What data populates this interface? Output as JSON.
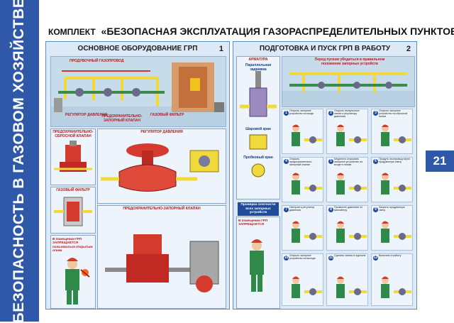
{
  "sidebar": {
    "title": "БЕЗОПАСНОСТЬ В ГАЗОВОМ ХОЗЯЙСТВЕ",
    "page_number": "21"
  },
  "header": {
    "kit": "КОМПЛЕКТ",
    "title": "«БЕЗОПАСНАЯ ЭКСПЛУАТАЦИЯ ГАЗОРАСПРЕДЕЛИТЕЛЬНЫХ ПУНКТОВ»"
  },
  "panel1": {
    "title": "ОСНОВНОЕ ОБОРУДОВАНИЕ ГРП",
    "number": "1",
    "scene_labels": [
      "ПРОДУВОЧНЫЙ ГАЗОПРОВОД",
      "РЕГУЛЯТОР ДАВЛЕНИЯ",
      "ПРЕДОХРАНИТЕЛЬНО-ЗАПОРНЫЙ КЛАПАН",
      "ГАЗОВЫЙ ФИЛЬТР"
    ],
    "section_left_title": "ПРЕДОХРАНИТЕЛЬНО-СБРОСНОЙ КЛАПАН",
    "section_mid_title": "РЕГУЛЯТОР ДАВЛЕНИЯ",
    "filter_title": "ГАЗОВЫЙ ФИЛЬТР",
    "pzk_title": "ПРЕДОХРАНИТЕЛЬНО-ЗАПОРНЫЙ КЛАПАН",
    "warning": "В помещении ГРП ЗАПРЕЩАЕТСЯ пользоваться открытым огнем"
  },
  "panel2": {
    "title": "ПОДГОТОВКА И ПУСК ГРП В РАБОТУ",
    "number": "2",
    "armature_title": "АРМАТУРА",
    "armature_sub": "Параллельная задвижка",
    "valve_ball": "Шаровой кран",
    "valve_plug": "Пробковый кран",
    "scene_note": "Перед пуском убедиться в правильном положении запорных устройств",
    "blue_note": "Проверка плотности всех запорных устройств",
    "warning": "В помещении ГРП ЗАПРЕЩАЕТСЯ",
    "steps": [
      {
        "n": "1",
        "text": "Открыть запорное устройство на входе"
      },
      {
        "n": "2",
        "text": "Открыть импульсные линии к регулятору давления"
      },
      {
        "n": "3",
        "text": "Открыть запорное устройство на сбросной линии"
      },
      {
        "n": "4",
        "text": "Открыть предохранительно-запорный клапан"
      },
      {
        "n": "5",
        "text": "Медленно открывать запорное устройство на входе в линию"
      },
      {
        "n": "6",
        "text": "Продуть газопровод через продувочную свечу"
      },
      {
        "n": "7",
        "text": "Настроить регулятор давления"
      },
      {
        "n": "8",
        "text": "Проверить давление по манометру"
      },
      {
        "n": "9",
        "text": "Закрыть продувочную свечу"
      },
      {
        "n": "10",
        "text": "Открыть запорное устройство на выходе"
      },
      {
        "n": "11",
        "text": "Сделать запись в журнале"
      },
      {
        "n": "12",
        "text": "Включить в работу"
      }
    ]
  },
  "colors": {
    "sidebar": "#2f58a8",
    "panel_bg": "#dde9f6",
    "accent_red": "#b01c1c",
    "pipe_yellow": "#f0d93a"
  }
}
